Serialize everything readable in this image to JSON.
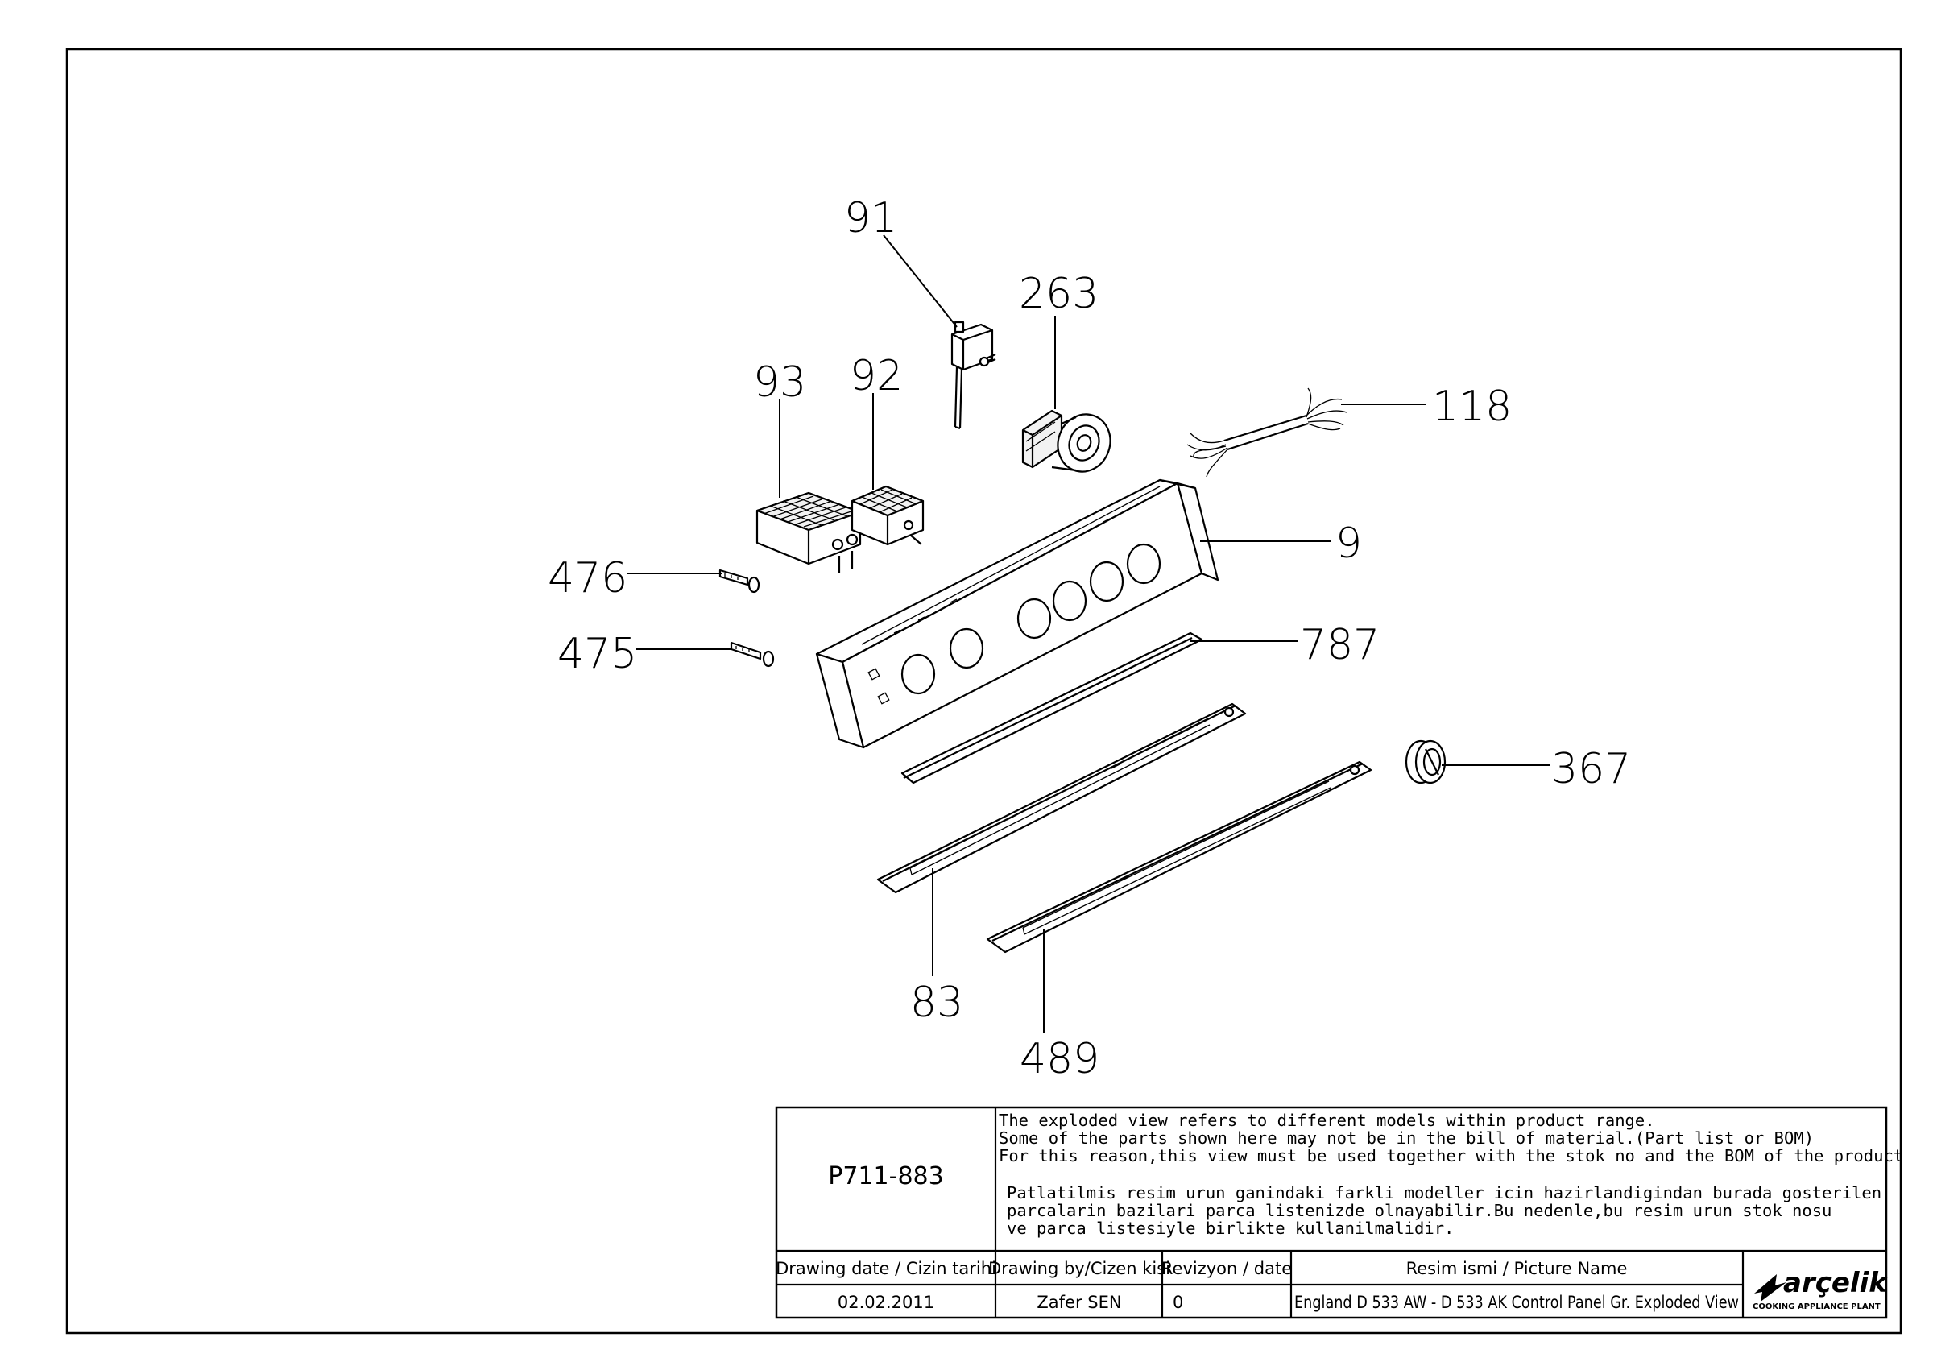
{
  "drawing": {
    "part_labels": {
      "p91": "91",
      "p263": "263",
      "p93": "93",
      "p92": "92",
      "p118": "118",
      "p9": "9",
      "p476": "476",
      "p475": "475",
      "p787": "787",
      "p367": "367",
      "p83": "83",
      "p489": "489"
    }
  },
  "title_block": {
    "code": "P711-883",
    "note_en": [
      "The exploded view refers to different models within product range.",
      "Some of the parts shown here may not be in the bill of material.(Part list or BOM)",
      "For this reason,this view must be used together with the stok no and the BOM of the product"
    ],
    "note_tr": [
      "Patlatilmis resim urun ganindaki farkli modeller icin hazirlandigindan burada gosterilen",
      "parcalarin bazilari parca listenizde olnayabilir.Bu nedenle,bu resim urun stok nosu",
      " ve parca listesiyle birlikte kullanilmalidir."
    ],
    "headers": {
      "date": "Drawing date / Cizin tarihi",
      "by": "Drawing by/Cizen kisi",
      "revision": "Revizyon / date",
      "name": "Resim ismi / Picture Name"
    },
    "values": {
      "date": "02.02.2011",
      "by": "Zafer SEN",
      "revision": "0",
      "name": "England D 533 AW - D 533 AK Control Panel Gr. Exploded View"
    },
    "logo_text": "arçelik",
    "logo_subtext": "COOKING APPLIANCE PLANT"
  },
  "colors": {
    "line": "#000000",
    "background": "#ffffff"
  }
}
